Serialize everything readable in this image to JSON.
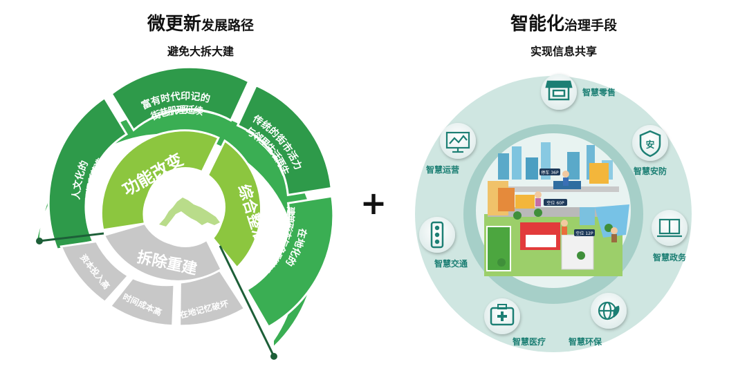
{
  "left": {
    "title_big": "微更新",
    "title_small": "发展路径",
    "subtitle": "避免大拆大建",
    "core_labels": {
      "function": "功能改变",
      "integrate": "综合整治",
      "demolish": "拆除重建"
    },
    "outer_labels": {
      "culture": [
        "人文化的",
        "空间场所营造"
      ],
      "texture": [
        "富有时代印记的",
        "街巷肌理延续"
      ],
      "vitality": [
        "传统的街市活力",
        "与邻里生活再生"
      ],
      "local": [
        "在地化的",
        "建筑形态与色彩营造"
      ]
    },
    "gray_labels": {
      "capital": "资本投入高",
      "time": "时间成本高",
      "memory": "在地记忆破坏"
    }
  },
  "plus_sign": "+",
  "right": {
    "title_big": "智能化",
    "title_small": "治理手段",
    "subtitle": "实现信息共享",
    "nodes": {
      "retail": "智慧零售",
      "security": "智慧安防",
      "government": "智慧政务",
      "environment": "智慧环保",
      "medical": "智慧医疗",
      "traffic": "智慧交通",
      "operation": "智慧运营"
    },
    "city_signs": {
      "sign1": "停车 36P",
      "sign2": "空位 60P",
      "sign3": "空位 12P"
    }
  },
  "colors": {
    "green_dark": "#2e9a4a",
    "green_mid": "#3aae53",
    "green_light": "#8cc63f",
    "gray": "#c8c8c8",
    "ring_outer": "#cfe6e1",
    "ring_inner": "#a6cfc8"
  }
}
